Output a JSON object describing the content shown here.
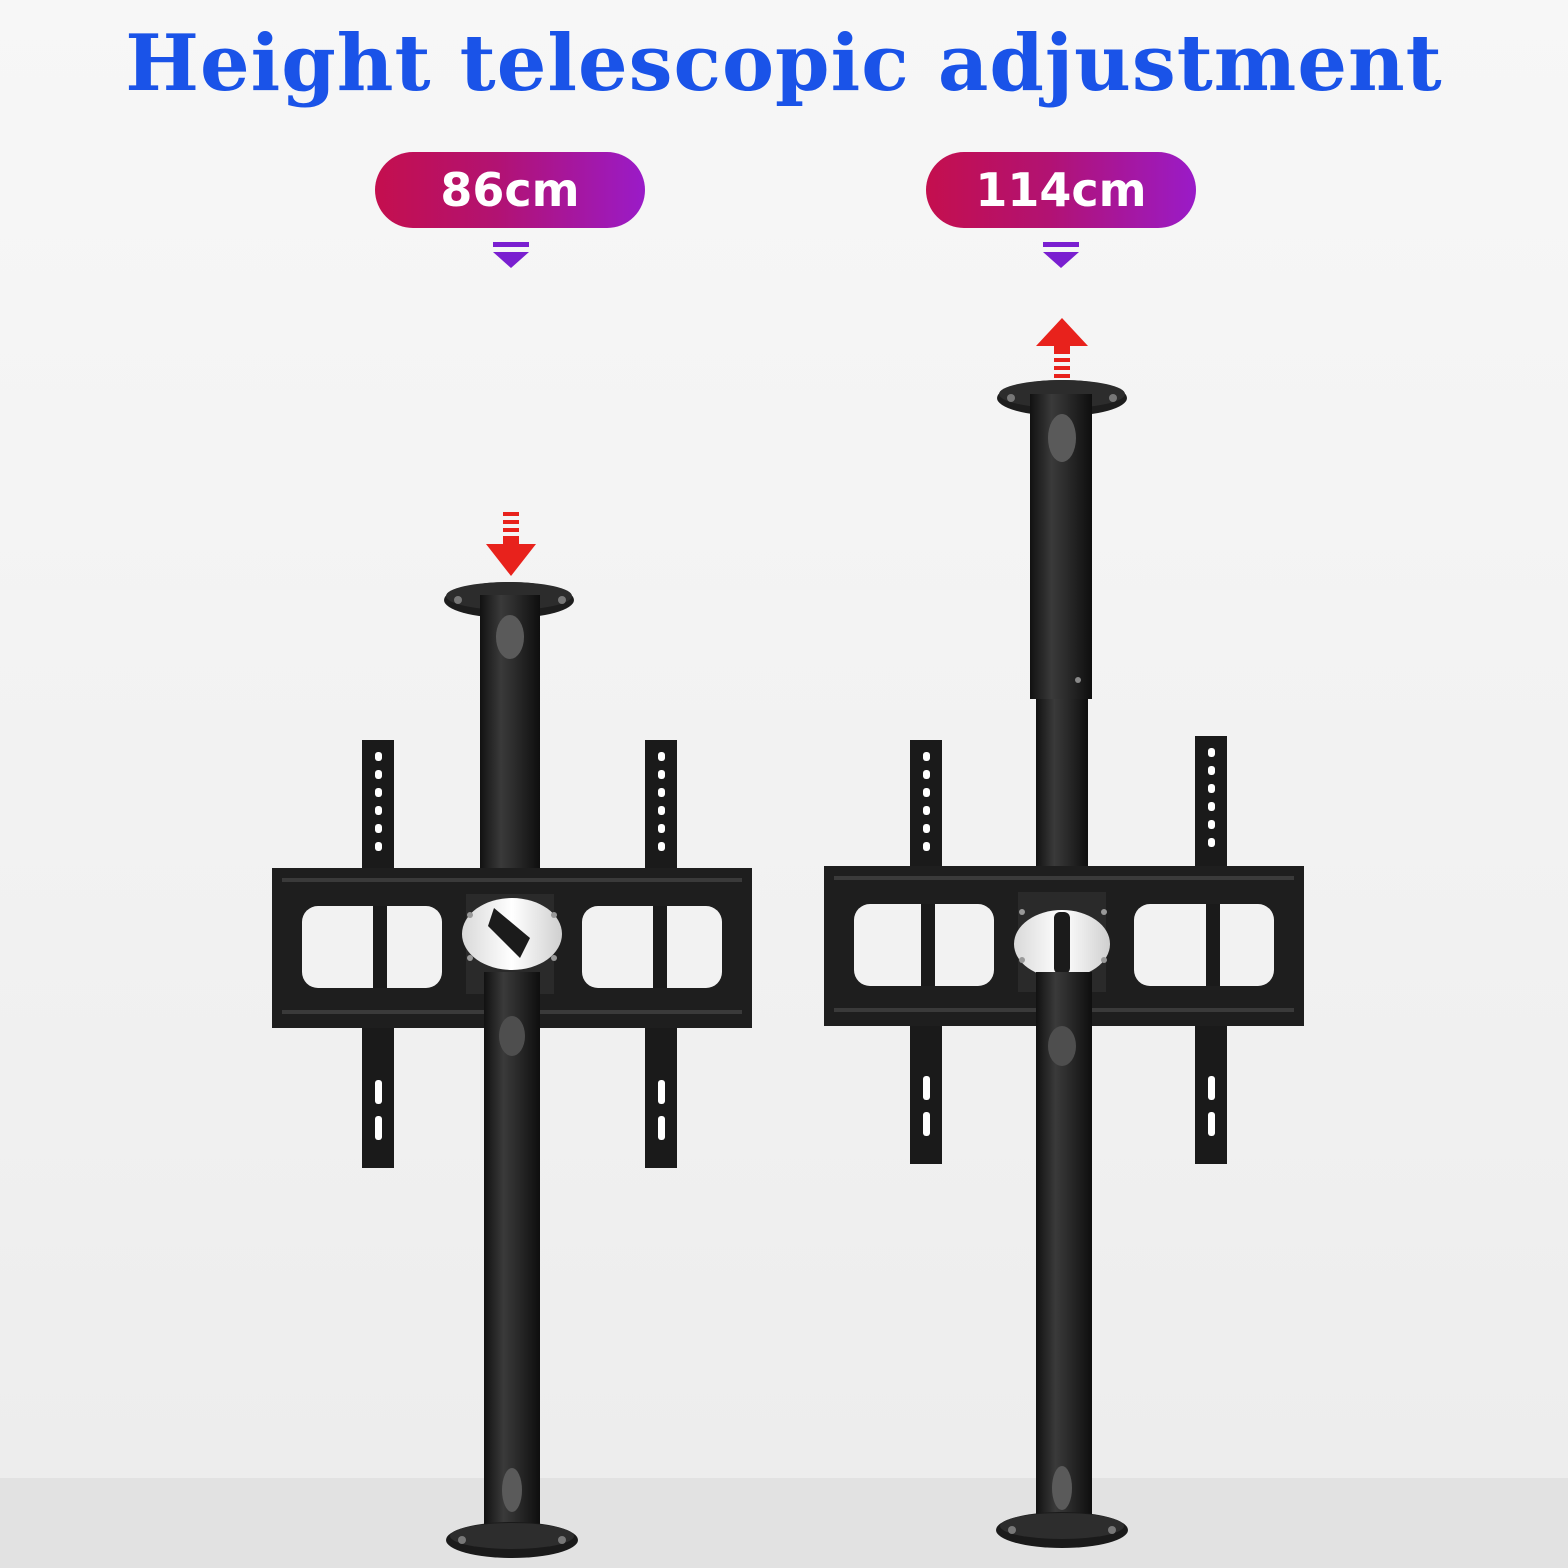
{
  "headline": "Height telescopic adjustment",
  "left_mount": {
    "height_label": "86cm",
    "adjust_direction": "down"
  },
  "right_mount": {
    "height_label": "114cm",
    "adjust_direction": "up"
  },
  "colors": {
    "headline": "#1a53e8",
    "badge_start": "#c40f4e",
    "badge_end": "#9a1bc8",
    "pointer": "#7a1fd0",
    "arrow": "#e8221c",
    "metal": "#222222",
    "background": "#f3f3f3"
  }
}
